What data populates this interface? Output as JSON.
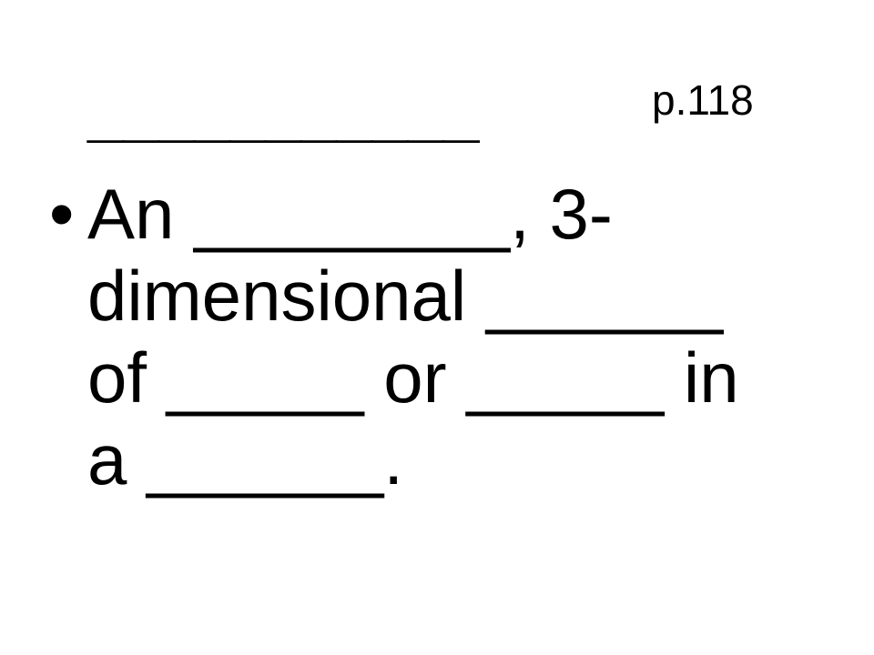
{
  "slide": {
    "title_blank": "___________",
    "page_ref": "p.118",
    "bullet_symbol": "•",
    "bullet_lines": [
      "An ________, 3-",
      "dimensional ______",
      "of _____ or _____ in",
      "a ______."
    ]
  },
  "colors": {
    "background": "#ffffff",
    "text": "#000000"
  }
}
